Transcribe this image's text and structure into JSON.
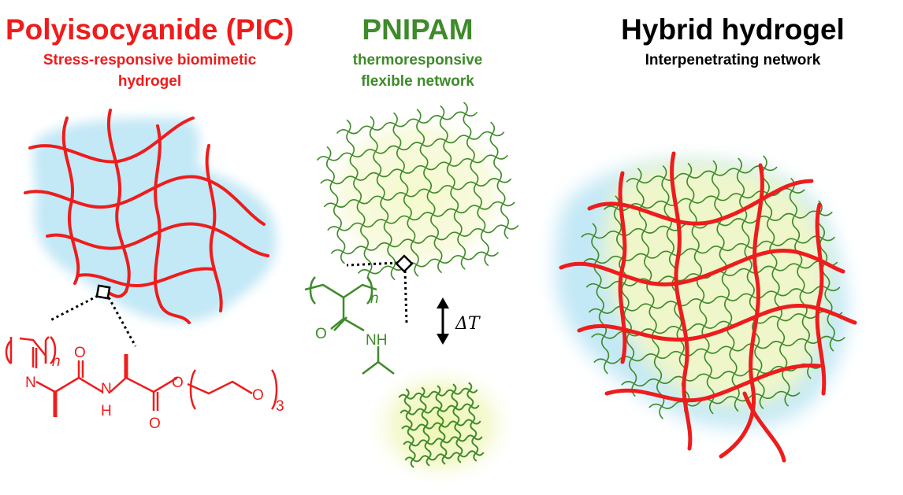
{
  "pic": {
    "title": "Polyisocyanide (PIC)",
    "subtitle_line1": "Stress-responsive biomimetic",
    "subtitle_line2": "hydrogel",
    "color": "#ee1c1c",
    "chem": {
      "n": "n",
      "N1": "N",
      "O1": "O",
      "NH": "N",
      "H": "H",
      "O2": "O",
      "O3": "O",
      "O4": "O",
      "three": "3"
    }
  },
  "pnipam": {
    "title": "PNIPAM",
    "subtitle_line1": "thermoresponsive",
    "subtitle_line2": "flexible network",
    "color": "#3f8a2a",
    "chem": {
      "n": "n",
      "O": "O",
      "NH": "NH"
    },
    "delta_t": "ΔT"
  },
  "hybrid": {
    "title": "Hybrid hydrogel",
    "subtitle": "Interpenetrating network"
  },
  "colors": {
    "gel_blue": "#bfe6f5",
    "gel_yellow": "#f3f8c8",
    "pic_red": "#ee1c1c",
    "pnipam_green": "#3f8a2a"
  }
}
